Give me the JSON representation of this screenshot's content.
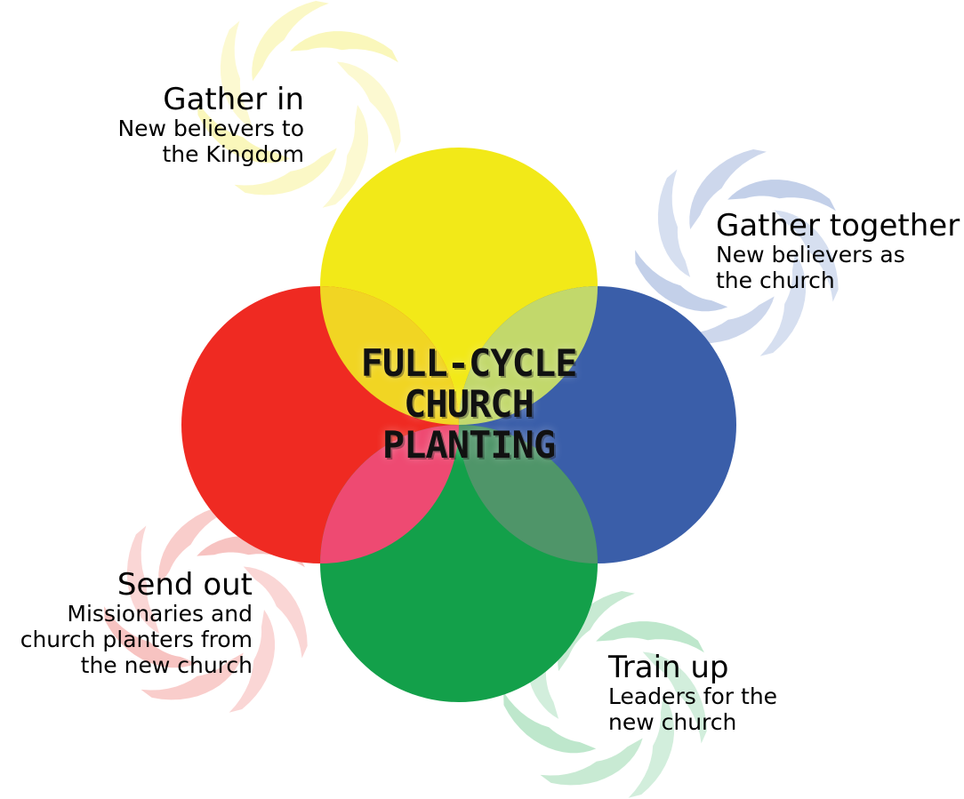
{
  "center": {
    "line1": "FULL-CYCLE",
    "line2": "CHURCH",
    "line3": "PLANTING"
  },
  "stages": {
    "gather_in": {
      "heading": "Gather in",
      "line1": "New believers to",
      "line2": "the Kingdom",
      "color": "#f2e918",
      "swirl_color": "#f6ef7a"
    },
    "gather_together": {
      "heading": "Gather together",
      "line1": "New believers as",
      "line2": "the church",
      "color": "#3a5ea9",
      "swirl_color": "#8aa3d4"
    },
    "send_out": {
      "heading": "Send out",
      "line1": "Missionaries and",
      "line2": "church planters from",
      "line3": "the new church",
      "color": "#ef2a22",
      "swirl_color": "#f08a86"
    },
    "train_up": {
      "heading": "Train up",
      "line1": "Leaders for the",
      "line2": "new church",
      "color": "#13a04a",
      "swirl_color": "#7fcf9a"
    }
  },
  "overlap_colors": {
    "yellow_red": "#f1d523",
    "yellow_blue": "#c2d86b",
    "red_green": "#ee4a72",
    "blue_green": "#4f9569",
    "core": "#f0dc2a"
  }
}
